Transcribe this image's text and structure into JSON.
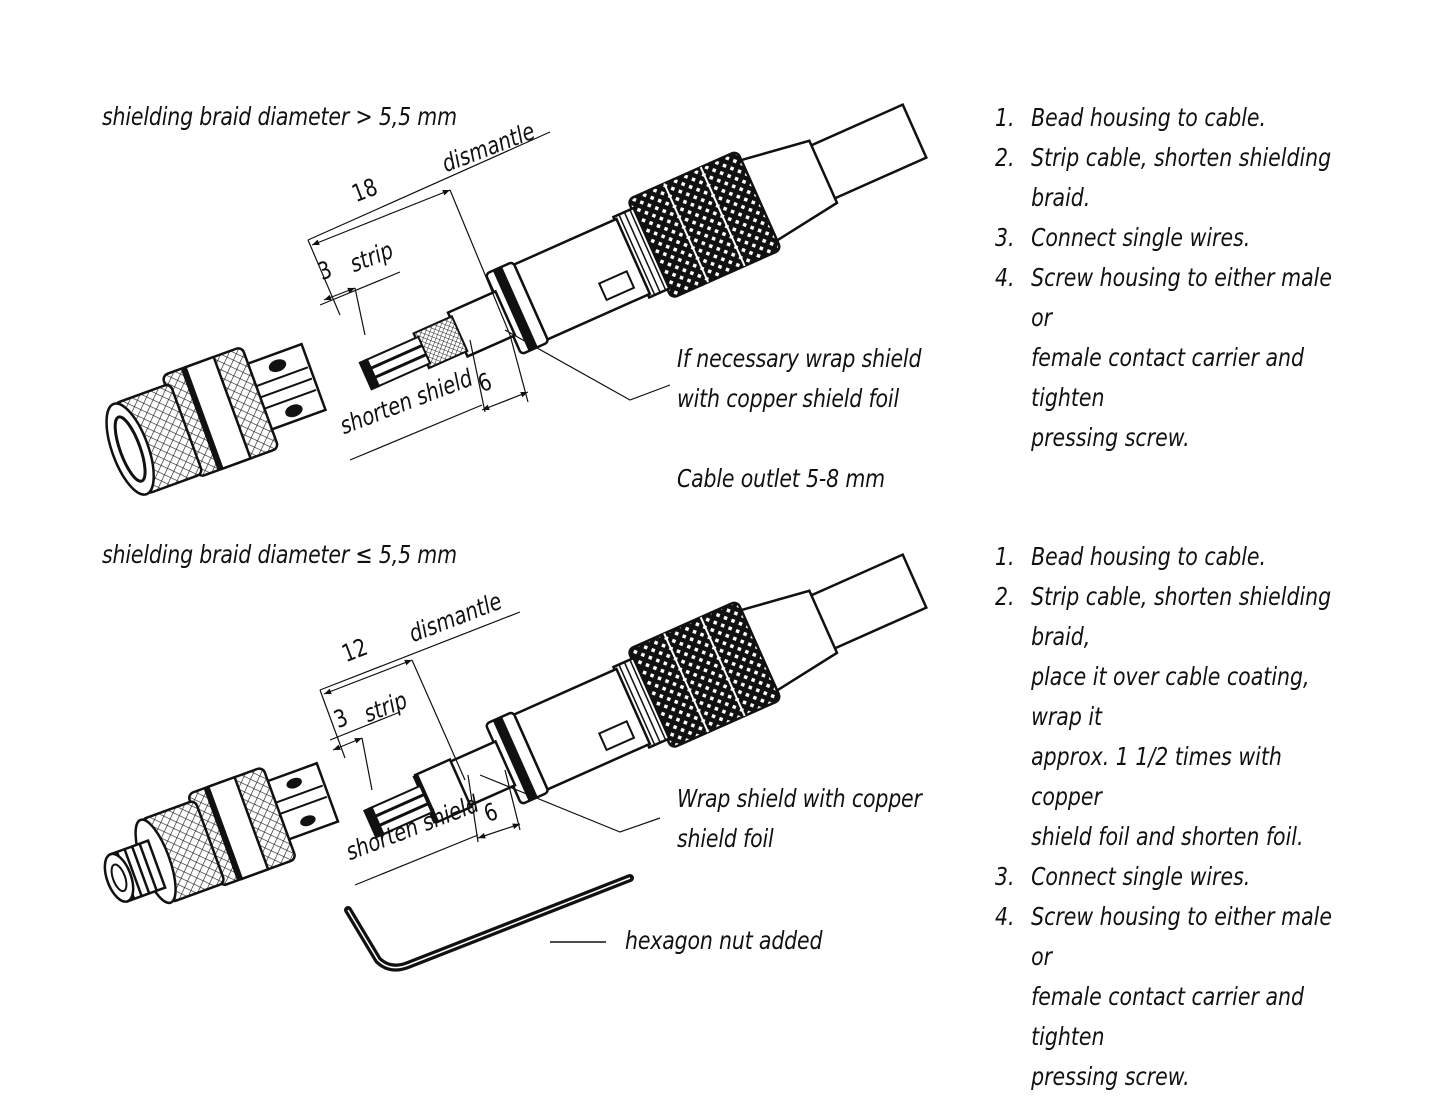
{
  "upper": {
    "heading": "shielding braid diameter > 5,5 mm",
    "dim_total": "18",
    "dim_total_label": "dismantle",
    "dim_strip": "3",
    "dim_strip_label": "strip",
    "dim_shield": "6",
    "dim_shield_label": "shorten shield",
    "callout_line1": "If necessary wrap shield",
    "callout_line2": "with copper shield foil",
    "cable_outlet": "Cable outlet 5-8 mm",
    "steps": [
      {
        "num": "1.",
        "text": "Bead housing to cable."
      },
      {
        "num": "2.",
        "text": "Strip cable, shorten shielding braid."
      },
      {
        "num": "3.",
        "text": "Connect single wires."
      },
      {
        "num": "4.",
        "text": "Screw housing to either male or\nfemale contact carrier and tighten\npressing screw."
      }
    ]
  },
  "lower": {
    "heading": "shielding braid diameter ≤ 5,5 mm",
    "dim_total": "12",
    "dim_total_label": "dismantle",
    "dim_strip": "3",
    "dim_strip_label": "strip",
    "dim_shield": "6",
    "dim_shield_label": "shorten shield",
    "callout_line1": "Wrap shield with copper",
    "callout_line2": "shield foil",
    "hex_note": "hexagon nut added",
    "steps": [
      {
        "num": "1.",
        "text": "Bead housing to cable."
      },
      {
        "num": "2.",
        "text": "Strip cable, shorten shielding braid,\nplace it over cable coating, wrap it\napprox. 1 1/2 times with copper\nshield foil and shorten foil."
      },
      {
        "num": "3.",
        "text": "Connect single wires."
      },
      {
        "num": "4.",
        "text": "Screw housing to either male or\nfemale contact carrier and tighten\npressing screw."
      }
    ]
  },
  "icons": {
    "upper_connector": "female-connector-assembly-icon",
    "lower_connector": "male-connector-assembly-icon",
    "hex_key": "hex-key-icon"
  }
}
